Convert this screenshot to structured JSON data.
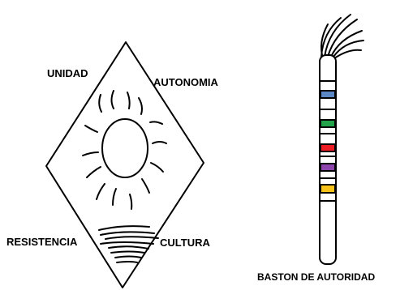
{
  "labels": {
    "unidad": "UNIDAD",
    "autonomia": "AUTONOMIA",
    "resistencia": "RESISTENCIA",
    "cultura": "CULTURA",
    "baston": "BASTON DE AUTORIDAD"
  },
  "colors": {
    "stroke": "#000000",
    "background": "#ffffff",
    "band_blue": "#5b87c5",
    "band_green": "#22a34a",
    "band_red": "#ee1c24",
    "band_purple": "#8e44ad",
    "band_yellow": "#f7c21a"
  },
  "icons": {
    "diamond": "diamond-sun-emblem",
    "staff": "baston-staff-icon"
  }
}
